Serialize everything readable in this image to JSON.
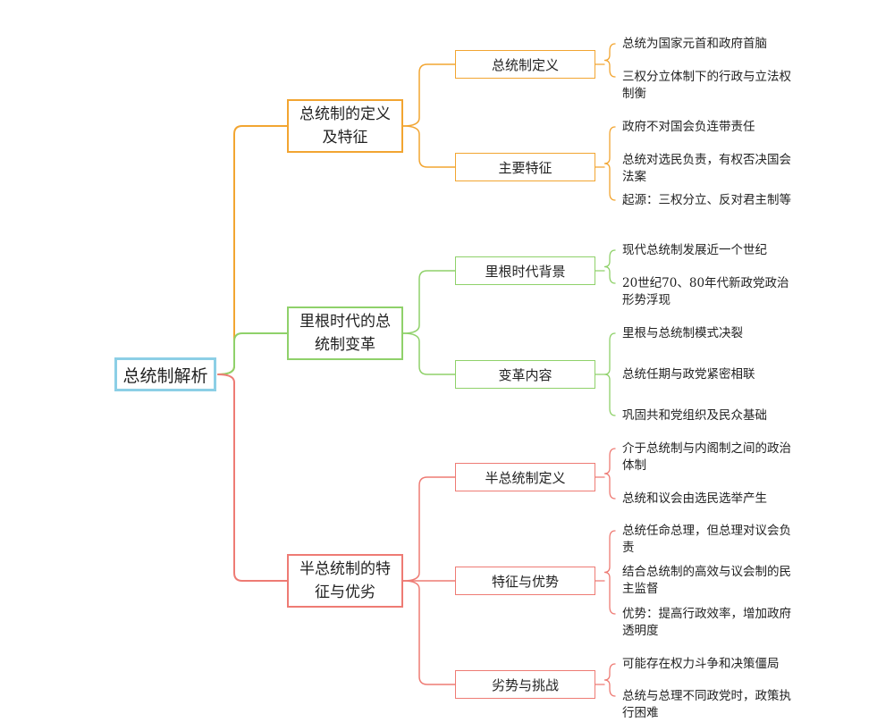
{
  "root": "总统制解析",
  "branches": [
    {
      "title": "总统制的定义及特征",
      "color": "#f2a531",
      "children": [
        {
          "title": "总统制定义",
          "leaves": [
            "总统为国家元首和政府首脑",
            "三权分立体制下的行政与立法权制衡"
          ]
        },
        {
          "title": "主要特征",
          "leaves": [
            "政府不对国会负连带责任",
            "总统对选民负责，有权否决国会法案",
            "起源：三权分立、反对君主制等"
          ]
        }
      ]
    },
    {
      "title": "里根时代的总统制变革",
      "color": "#8fd16a",
      "children": [
        {
          "title": "里根时代背景",
          "leaves": [
            "现代总统制发展近一个世纪",
            "20世纪70、80年代新政党政治形势浮现"
          ]
        },
        {
          "title": "变革内容",
          "leaves": [
            "里根与总统制模式决裂",
            "总统任期与政党紧密相联",
            "巩固共和党组织及民众基础"
          ]
        }
      ]
    },
    {
      "title": "半总统制的特征与优劣",
      "color": "#ee7b74",
      "children": [
        {
          "title": "半总统制定义",
          "leaves": [
            "介于总统制与内阁制之间的政治体制",
            "总统和议会由选民选举产生"
          ]
        },
        {
          "title": "特征与优势",
          "leaves": [
            "总统任命总理，但总理对议会负责",
            "结合总统制的高效与议会制的民主监督",
            "优势：提高行政效率，增加政府透明度"
          ]
        },
        {
          "title": "劣势与挑战",
          "leaves": [
            "可能存在权力斗争和决策僵局",
            "总统与总理不同政党时，政策执行困难"
          ]
        }
      ]
    }
  ]
}
